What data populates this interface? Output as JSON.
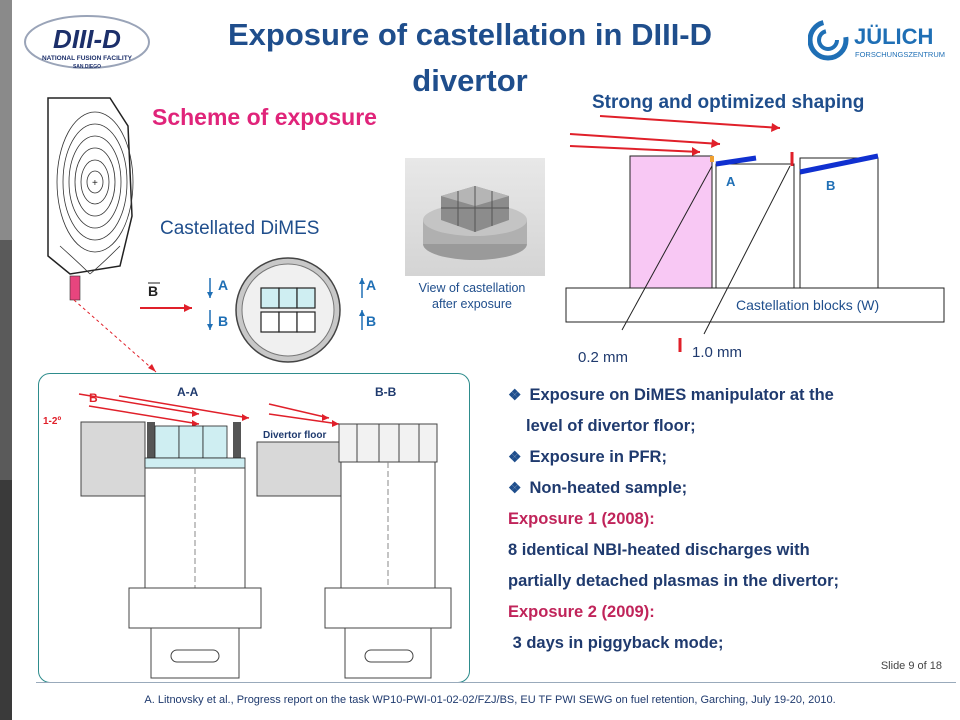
{
  "title": "Exposure of castellation in DIII-D divertor",
  "logos": {
    "diii_d_main": "DIII-D",
    "diii_d_sub": "NATIONAL FUSION FACILITY",
    "diii_d_sub2": "SAN DIEGO",
    "julich_main": "JÜLICH",
    "julich_sub": "FORSCHUNGSZENTRUM"
  },
  "scheme_heading": "Scheme of exposure",
  "shaping_heading": "Strong and optimized shaping",
  "castellated_label": "Castellated DiMES",
  "photo_caption": "View of castellation after exposure",
  "schematic": {
    "block_a": "A",
    "block_b": "B",
    "base_label": "Castellation blocks (W)",
    "dim_small": "0.2 mm",
    "dim_large": "1.0 mm"
  },
  "dimes_top": {
    "b_label": "B",
    "a_label": "A",
    "b_small": "B"
  },
  "cross_section": {
    "b_label": "B",
    "aa_label": "A-A",
    "bb_label": "B-B",
    "angle_label": "1-2º",
    "floor_label": "Divertor floor"
  },
  "bullets": [
    {
      "type": "bullet",
      "text": "Exposure on DiMES manipulator at the"
    },
    {
      "type": "cont",
      "text": "level of divertor floor;"
    },
    {
      "type": "bullet",
      "text": "Exposure in PFR;"
    },
    {
      "type": "bullet",
      "text": "Non-heated sample;"
    },
    {
      "type": "red",
      "text": "Exposure 1 (2008):"
    },
    {
      "type": "plain",
      "text": "8 identical NBI-heated discharges with"
    },
    {
      "type": "plain",
      "text": "partially detached plasmas in the divertor;"
    },
    {
      "type": "red",
      "text": "Exposure 2 (2009):"
    },
    {
      "type": "plain",
      "text": " 3 days in piggyback mode;"
    }
  ],
  "slide_number": "Slide 9 of 18",
  "footer": "A. Litnovsky et al., Progress report on the task WP10-PWI-01-02-02/FZJ/BS,  EU TF PWI SEWG on fuel retention, Garching, July 19-20, 2010.",
  "colors": {
    "title_blue": "#1f4e8c",
    "magenta": "#e0247a",
    "red_arrow": "#e0202a",
    "pink_block": "#f8c8f4",
    "tile_cyan": "#cfeef2"
  }
}
